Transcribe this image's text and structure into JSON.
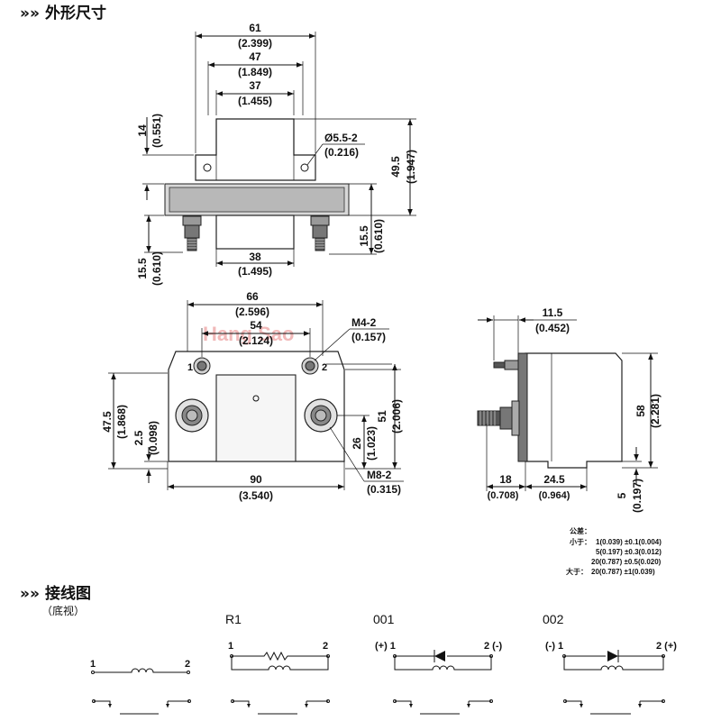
{
  "section_outline": {
    "marker": "»»",
    "title": "外形尺寸"
  },
  "section_wiring": {
    "marker": "»»",
    "title": "接线图",
    "subtitle": "（底视）"
  },
  "watermark": "Hang  Sao",
  "top_view": {
    "w61": "61",
    "w61_in": "(2.399)",
    "w47": "47",
    "w47_in": "(1.849)",
    "w37": "37",
    "w37_in": "(1.455)",
    "h14": "14",
    "h14_in": "(0.551)",
    "hole": "Ø5.5-2",
    "hole_in": "(0.216)",
    "h49": "49.5",
    "h49_in": "(1.947)",
    "h155r": "15.5",
    "h155r_in": "(0.610)",
    "h155l": "15.5",
    "h155l_in": "(0.610)",
    "w38": "38",
    "w38_in": "(1.495)"
  },
  "front_view": {
    "w66": "66",
    "w66_in": "(2.596)",
    "w54": "54",
    "w54_in": "(2.124)",
    "m4": "M4-2",
    "m4_in": "(0.157)",
    "h475": "47.5",
    "h475_in": "(1.868)",
    "h25": "2.5",
    "h25_in": "(0.098)",
    "h51": "51",
    "h51_in": "(2.006)",
    "h26": "26",
    "h26_in": "(1.023)",
    "w90": "90",
    "w90_in": "(3.540)",
    "m8": "M8-2",
    "m8_in": "(0.315)",
    "pin1": "1",
    "pin2": "2"
  },
  "side_view": {
    "w115": "11.5",
    "w115_in": "(0.452)",
    "h58": "58",
    "h58_in": "(2.281)",
    "w18": "18",
    "w18_in": "(0.708)",
    "w245": "24.5",
    "w245_in": "(0.964)",
    "h5": "5",
    "h5_in": "(0.197)"
  },
  "tolerance": {
    "title": "公差：",
    "row1_label": "小于：",
    "row1": "1(0.039) ±0.1(0.004)",
    "row2": "5(0.197) ±0.3(0.012)",
    "row3": "20(0.787) ±0.5(0.020)",
    "row4_label": "大于：",
    "row4": "20(0.787) ±1(0.039)"
  },
  "wiring": {
    "coil": {
      "pin_left": "1",
      "pin_right": "2"
    },
    "r1": {
      "title": "R1",
      "pin_left": "1",
      "pin_right": "2"
    },
    "d001": {
      "title": "001",
      "pin_left": "(+) 1",
      "pin_right": "2 (-)"
    },
    "d002": {
      "title": "002",
      "pin_left": "(-) 1",
      "pin_right": "2 (+)"
    }
  }
}
